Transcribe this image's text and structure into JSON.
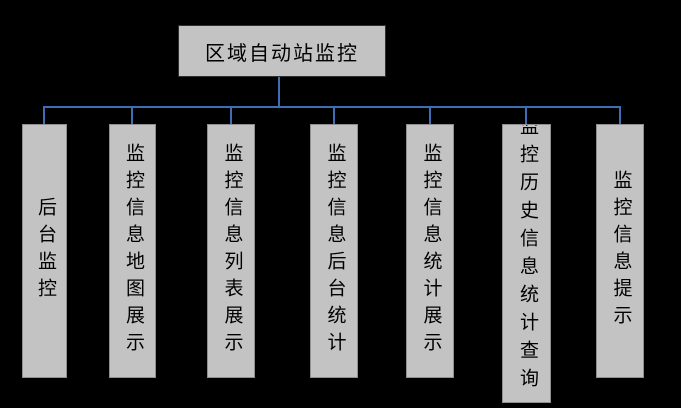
{
  "diagram": {
    "type": "tree",
    "root": {
      "label": "区域自动站监控"
    },
    "children": [
      {
        "label": "后台监控"
      },
      {
        "label": "监控信息地图展示"
      },
      {
        "label": "监控信息列表展示"
      },
      {
        "label": "监控信息后台统计"
      },
      {
        "label": "监控信息统计展示"
      },
      {
        "label": "监控历史信息统计查询"
      },
      {
        "label": "监控信息提示"
      }
    ],
    "colors": {
      "background": "#000000",
      "box_fill": "#c3c3c3",
      "box_border": "#8f8f8f",
      "connector": "#3e6fb6",
      "text": "#000000"
    }
  }
}
